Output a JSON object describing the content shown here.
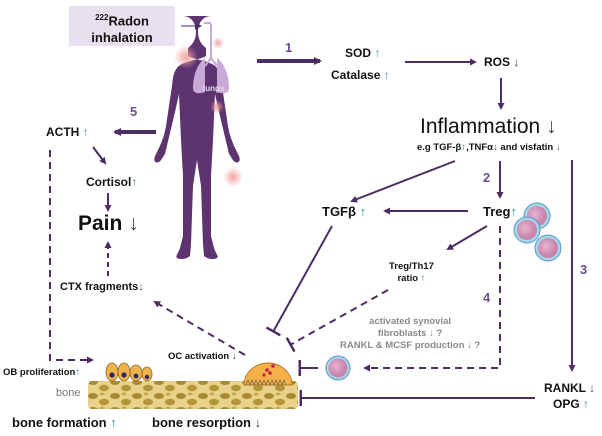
{
  "colors": {
    "arrow": "#4b2d63",
    "body": "#5e3470",
    "lungs": "#c9a9d6",
    "box": "#e8e0ef",
    "up_arrow": "#3a8fb0",
    "step": "#6b4f8f"
  },
  "radon": {
    "sup": "222",
    "name": "Radon",
    "line2": "inhalation"
  },
  "body": {
    "lungs_label": "lungs"
  },
  "steps": [
    "1",
    "2",
    "3",
    "4",
    "5"
  ],
  "nodes": {
    "sod": {
      "label": "SOD",
      "dir": "↑"
    },
    "catalase": {
      "label": "Catalase",
      "dir": "↑"
    },
    "ros": {
      "label": "ROS",
      "dir": "↓"
    },
    "inflammation": {
      "label": "Inflammation",
      "dir": "↓"
    },
    "inflammation_eg": {
      "prefix": "e.g  TGF-β",
      "d1": "↑",
      "mid": ",TNFα",
      "d2": "↓",
      "mid2": " and visfatin",
      "d3": "↓"
    },
    "acth": {
      "label": "ACTH",
      "dir": "↑"
    },
    "cortisol": {
      "label": "Cortisol",
      "dir": "↑"
    },
    "pain": {
      "label": "Pain",
      "dir": "↓"
    },
    "tgfb": {
      "label": "TGFβ",
      "dir": "↑"
    },
    "treg": {
      "label": "Treg",
      "dir": "↑"
    },
    "treg_th17": {
      "line1": "Treg/Th17",
      "line2": "ratio",
      "dir": "↑"
    },
    "ctx": {
      "label": "CTX fragments",
      "dir": "↓"
    },
    "fibroblasts": {
      "line1": "activated synovial",
      "line2": "fibroblasts ↓ ?",
      "line3": "RANKL  & MCSF production ↓ ?"
    },
    "oc_activation": {
      "label": "OC activation",
      "dir": "↓"
    },
    "ob_proliferation": {
      "label": "OB proliferation",
      "dir": "↑"
    },
    "bone": {
      "label": "bone"
    },
    "rankl": {
      "label": "RANKL",
      "dir": "↓"
    },
    "opg": {
      "label": "OPG",
      "dir": "↑"
    },
    "bone_formation": {
      "label": "bone formation",
      "dir": "↑"
    },
    "bone_resorption": {
      "label": "bone resorption",
      "dir": "↓"
    }
  }
}
